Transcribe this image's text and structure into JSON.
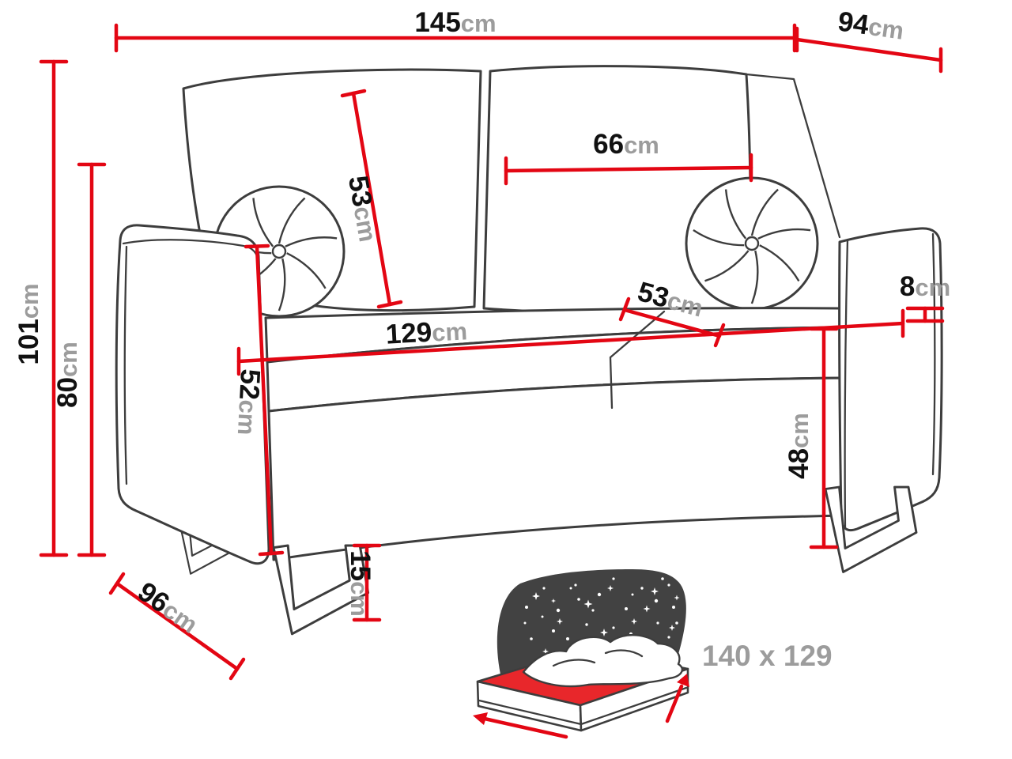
{
  "diagram": {
    "title": "sofa-dimensions-diagram",
    "unit": "cm",
    "dimensions": {
      "overall_width": {
        "value": "145",
        "unit": "cm"
      },
      "overall_depth": {
        "value": "94",
        "unit": "cm"
      },
      "overall_height": {
        "value": "101",
        "unit": "cm"
      },
      "backrest_height": {
        "value": "80",
        "unit": "cm"
      },
      "back_cushion_height": {
        "value": "53",
        "unit": "cm"
      },
      "back_cushion_width": {
        "value": "66",
        "unit": "cm"
      },
      "seat_depth": {
        "value": "53",
        "unit": "cm"
      },
      "seat_width": {
        "value": "129",
        "unit": "cm"
      },
      "armrest_height": {
        "value": "52",
        "unit": "cm"
      },
      "armrest_top": {
        "value": "8",
        "unit": "cm"
      },
      "seat_height": {
        "value": "48",
        "unit": "cm"
      },
      "leg_height": {
        "value": "15",
        "unit": "cm"
      },
      "base_depth": {
        "value": "96",
        "unit": "cm"
      }
    },
    "sleeping_area": {
      "label": "140 x 129"
    },
    "colors": {
      "dimension_red": "#e30613",
      "outline": "#3d3d3d",
      "number": "#111111",
      "unit_gray": "#9c9c9c",
      "mattress_red": "#e8272b"
    }
  }
}
